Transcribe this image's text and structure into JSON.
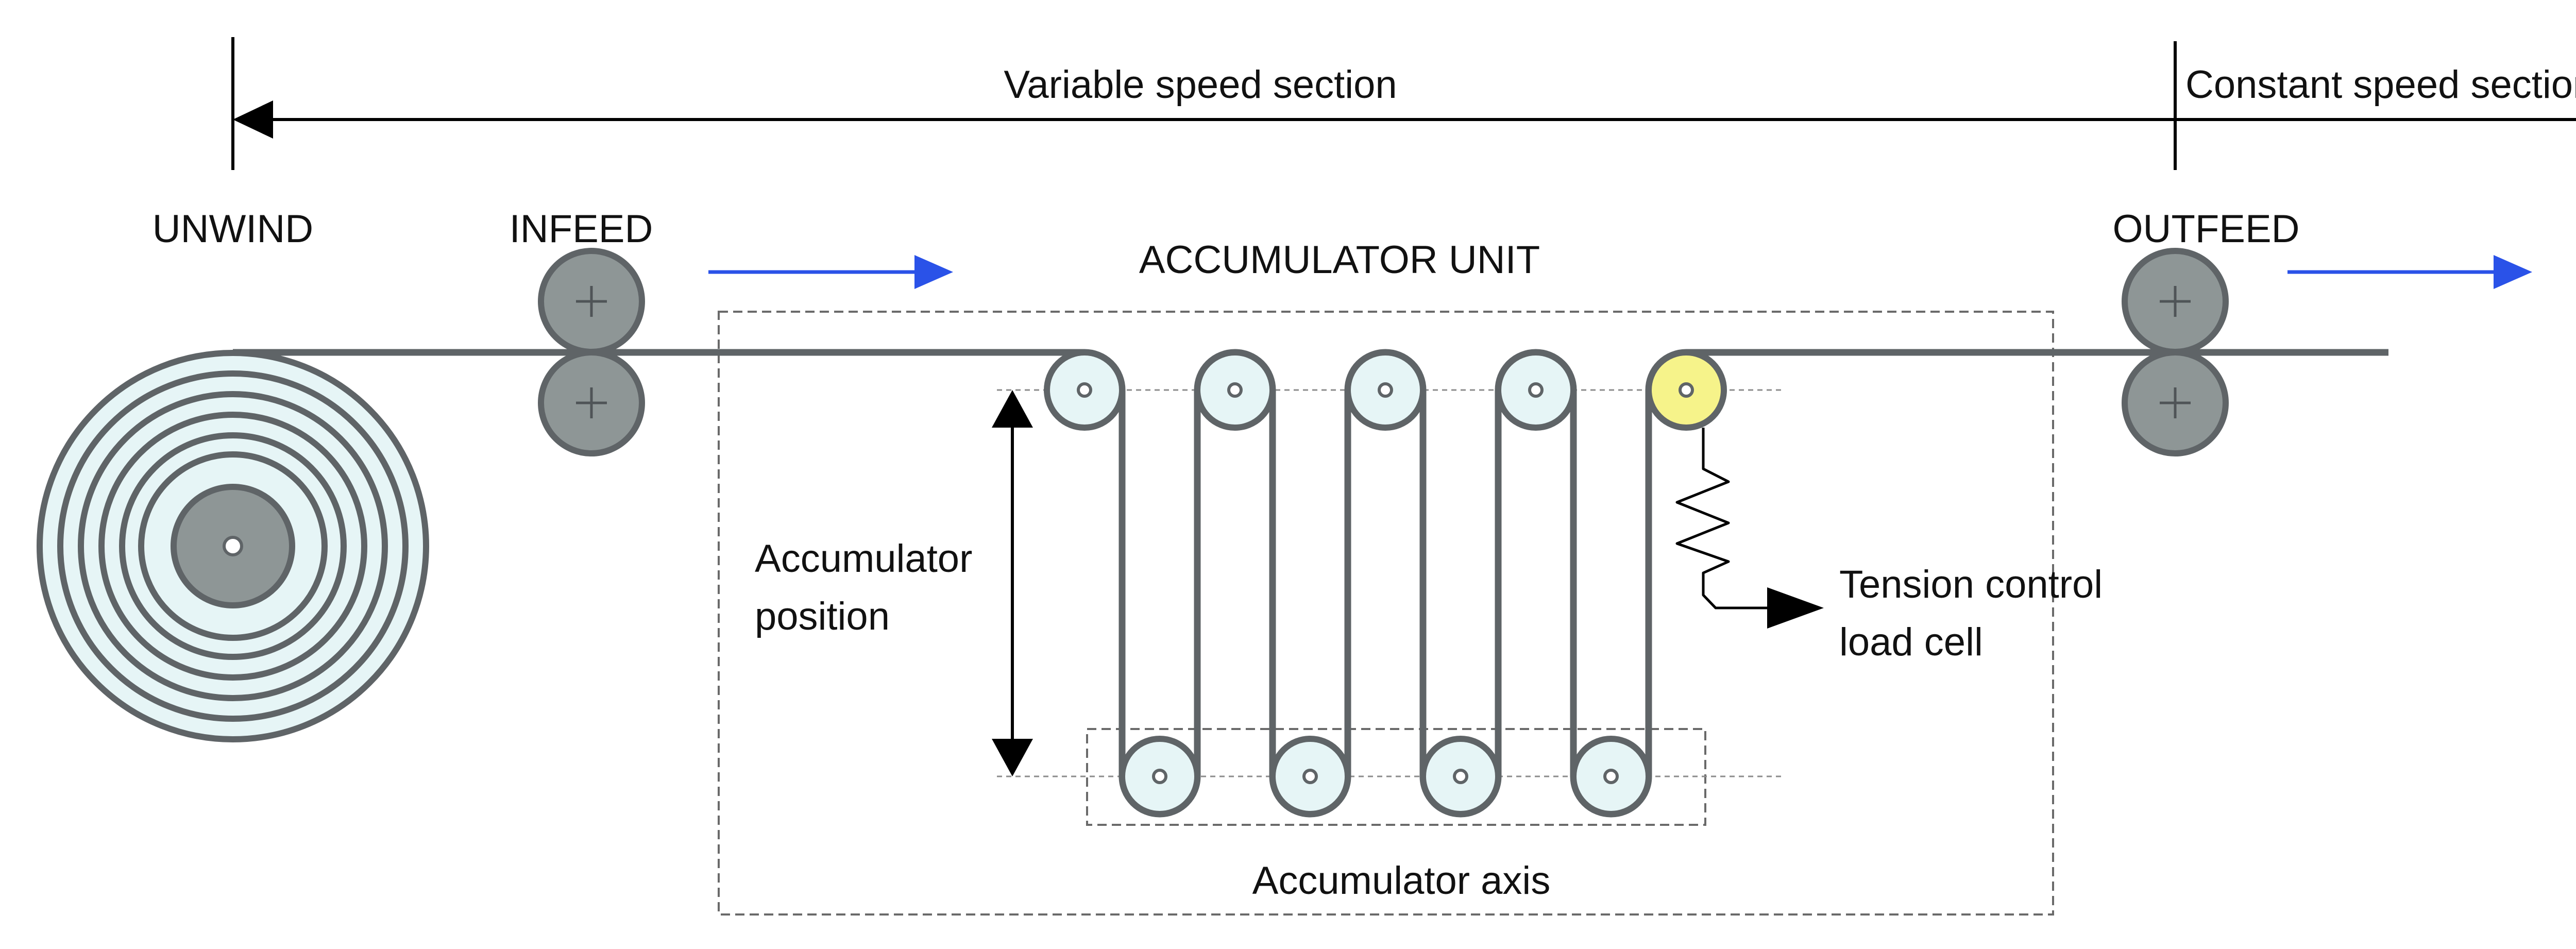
{
  "labels": {
    "variable_speed": "Variable speed section",
    "constant_speed": "Constant speed section",
    "unwind": "UNWIND",
    "infeed": "INFEED",
    "accumulator_unit": "ACCUMULATOR UNIT",
    "outfeed": "OUTFEED",
    "accumulator_position_line1": "Accumulator",
    "accumulator_position_line2": "position",
    "tension_line1": "Tension control",
    "tension_line2": "load cell",
    "accumulator_axis": "Accumulator axis"
  },
  "colors": {
    "flow_arrow": "#2a52e8",
    "web": "#5f6467",
    "roller_fill": "#e6f5f6",
    "load_cell_roller": "#f6f38a",
    "nip_roller": "#8e9696"
  }
}
